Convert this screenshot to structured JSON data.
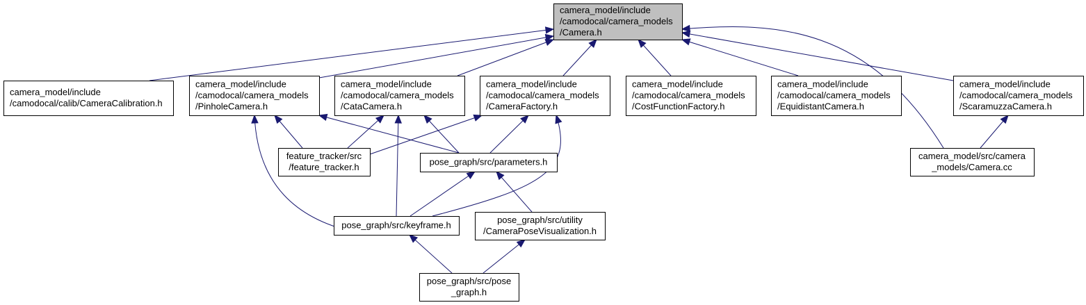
{
  "diagram": {
    "nodes": [
      {
        "id": "camera_h",
        "root": true,
        "lines": [
          "camera_model/include",
          "/camodocal/camera_models",
          "/Camera.h"
        ]
      },
      {
        "id": "camera_calibration_h",
        "lines": [
          "camera_model/include",
          "/camodocal/calib/CameraCalibration.h"
        ]
      },
      {
        "id": "pinhole_camera_h",
        "lines": [
          "camera_model/include",
          "/camodocal/camera_models",
          "/PinholeCamera.h"
        ]
      },
      {
        "id": "cata_camera_h",
        "lines": [
          "camera_model/include",
          "/camodocal/camera_models",
          "/CataCamera.h"
        ]
      },
      {
        "id": "camera_factory_h",
        "lines": [
          "camera_model/include",
          "/camodocal/camera_models",
          "/CameraFactory.h"
        ]
      },
      {
        "id": "cost_function_factory_h",
        "lines": [
          "camera_model/include",
          "/camodocal/camera_models",
          "/CostFunctionFactory.h"
        ]
      },
      {
        "id": "equidistant_camera_h",
        "lines": [
          "camera_model/include",
          "/camodocal/camera_models",
          "/EquidistantCamera.h"
        ]
      },
      {
        "id": "scaramuzza_camera_h",
        "lines": [
          "camera_model/include",
          "/camodocal/camera_models",
          "/ScaramuzzaCamera.h"
        ]
      },
      {
        "id": "feature_tracker_h",
        "lines": [
          "feature_tracker/src",
          "/feature_tracker.h"
        ]
      },
      {
        "id": "parameters_h",
        "lines": [
          "pose_graph/src/parameters.h"
        ]
      },
      {
        "id": "camera_cc",
        "lines": [
          "camera_model/src/camera",
          "_models/Camera.cc"
        ]
      },
      {
        "id": "keyframe_h",
        "lines": [
          "pose_graph/src/keyframe.h"
        ]
      },
      {
        "id": "camera_pose_visualization_h",
        "lines": [
          "pose_graph/src/utility",
          "/CameraPoseVisualization.h"
        ]
      },
      {
        "id": "pose_graph_h",
        "lines": [
          "pose_graph/src/pose",
          "_graph.h"
        ]
      }
    ],
    "edges": [
      {
        "from": "camera_calibration_h",
        "to": "camera_h"
      },
      {
        "from": "pinhole_camera_h",
        "to": "camera_h"
      },
      {
        "from": "cata_camera_h",
        "to": "camera_h"
      },
      {
        "from": "camera_factory_h",
        "to": "camera_h"
      },
      {
        "from": "cost_function_factory_h",
        "to": "camera_h"
      },
      {
        "from": "equidistant_camera_h",
        "to": "camera_h"
      },
      {
        "from": "scaramuzza_camera_h",
        "to": "camera_h"
      },
      {
        "from": "camera_cc",
        "to": "camera_h"
      },
      {
        "from": "feature_tracker_h",
        "to": "pinhole_camera_h"
      },
      {
        "from": "parameters_h",
        "to": "pinhole_camera_h"
      },
      {
        "from": "keyframe_h",
        "to": "pinhole_camera_h"
      },
      {
        "from": "feature_tracker_h",
        "to": "cata_camera_h"
      },
      {
        "from": "parameters_h",
        "to": "cata_camera_h"
      },
      {
        "from": "keyframe_h",
        "to": "cata_camera_h"
      },
      {
        "from": "feature_tracker_h",
        "to": "camera_factory_h"
      },
      {
        "from": "parameters_h",
        "to": "camera_factory_h"
      },
      {
        "from": "keyframe_h",
        "to": "camera_factory_h"
      },
      {
        "from": "camera_cc",
        "to": "scaramuzza_camera_h"
      },
      {
        "from": "keyframe_h",
        "to": "parameters_h"
      },
      {
        "from": "camera_pose_visualization_h",
        "to": "parameters_h"
      },
      {
        "from": "pose_graph_h",
        "to": "keyframe_h"
      },
      {
        "from": "pose_graph_h",
        "to": "camera_pose_visualization_h"
      }
    ],
    "colors": {
      "edge": "#191970",
      "root_fill": "#bfbfbf",
      "node_fill": "#ffffff",
      "node_border": "#000000"
    }
  }
}
